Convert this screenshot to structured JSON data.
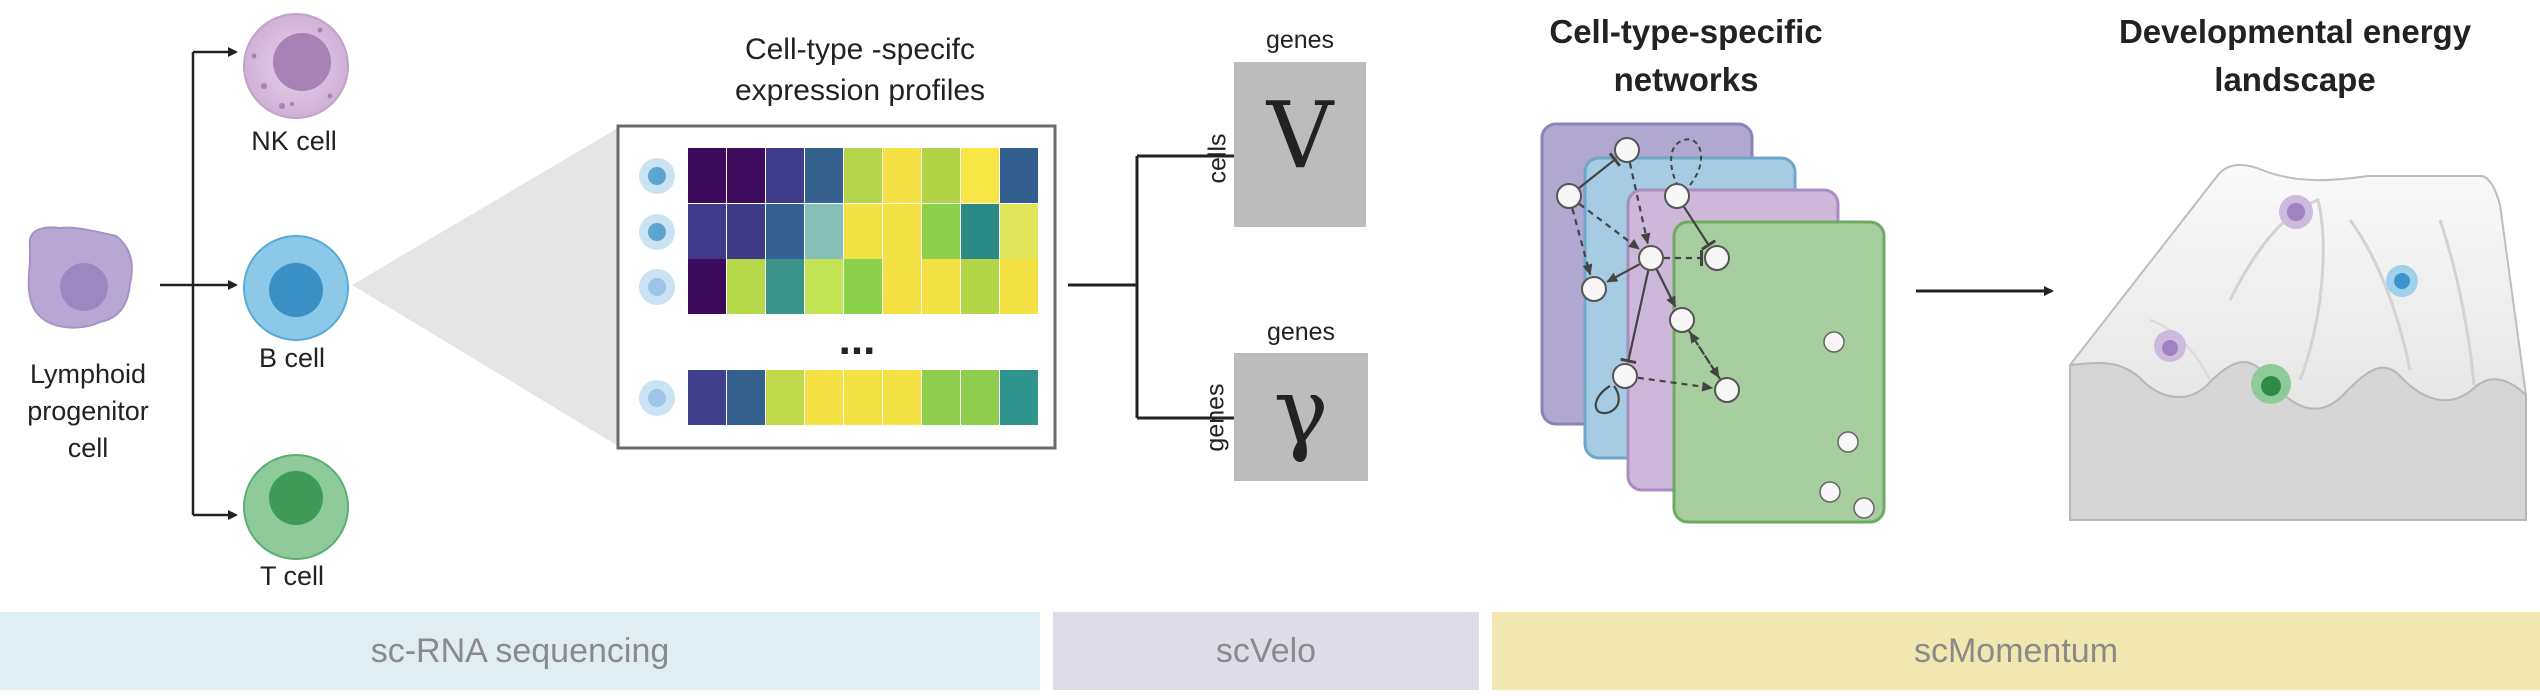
{
  "cells": {
    "progenitor": "Lymphoid\nprogenitor\ncell",
    "nk": "NK cell",
    "b": "B cell",
    "t": "T cell"
  },
  "expression": {
    "title": "Cell-type -specifc\nexpression profiles",
    "ellipsis": "...",
    "rows": [
      [
        "#3d0b5c",
        "#3e0b5e",
        "#3f3d8b",
        "#34618e",
        "#b7d54a",
        "#f5e143",
        "#b1d446",
        "#f9e747",
        "#335f8f"
      ],
      [
        "#413a8a",
        "#3e3a88",
        "#35608f",
        "#86bfb7",
        "#f4e144",
        "#f4e144",
        "#8bd04b",
        "#2b8b84",
        "#dfe65c"
      ],
      [
        "#3d0b5c",
        "#b6d747",
        "#3a9488",
        "#c2e354",
        "#8ad149",
        "#f5e143",
        "#f4e144",
        "#b3d648",
        "#f4e144"
      ],
      [
        "#3f3f8c",
        "#34618e",
        "#bfd94a",
        "#f5e143",
        "#f4e144",
        "#f4e144",
        "#8fcd4f",
        "#8fcd4f",
        "#2f948c"
      ]
    ],
    "dot_colors": [
      "#5aa6cf",
      "#5aa6cf",
      "#9ec4ea",
      "#9ec4ea"
    ]
  },
  "velocity": {
    "top_col": "genes",
    "top_row": "cells",
    "top_symbol": "V",
    "bottom_col": "genes",
    "bottom_row": "genes",
    "bottom_symbol": "γ"
  },
  "networks": {
    "title": "Cell-type-specific\nnetworks",
    "card_colors": [
      "#b0a8d0",
      "#a6cce3",
      "#cdb8da",
      "#a7ce9f"
    ],
    "card_borders": [
      "#8d82b6",
      "#6da6c8",
      "#a98cc3",
      "#6eaa62"
    ]
  },
  "landscape": {
    "title": "Developmental energy\nlandscape"
  },
  "bands": [
    {
      "label": "sc-RNA sequencing",
      "color": "#e0eef3"
    },
    {
      "label": "scVelo",
      "color": "#dfdcea"
    },
    {
      "label": "scMomentum",
      "color": "#f1e7b0"
    }
  ]
}
